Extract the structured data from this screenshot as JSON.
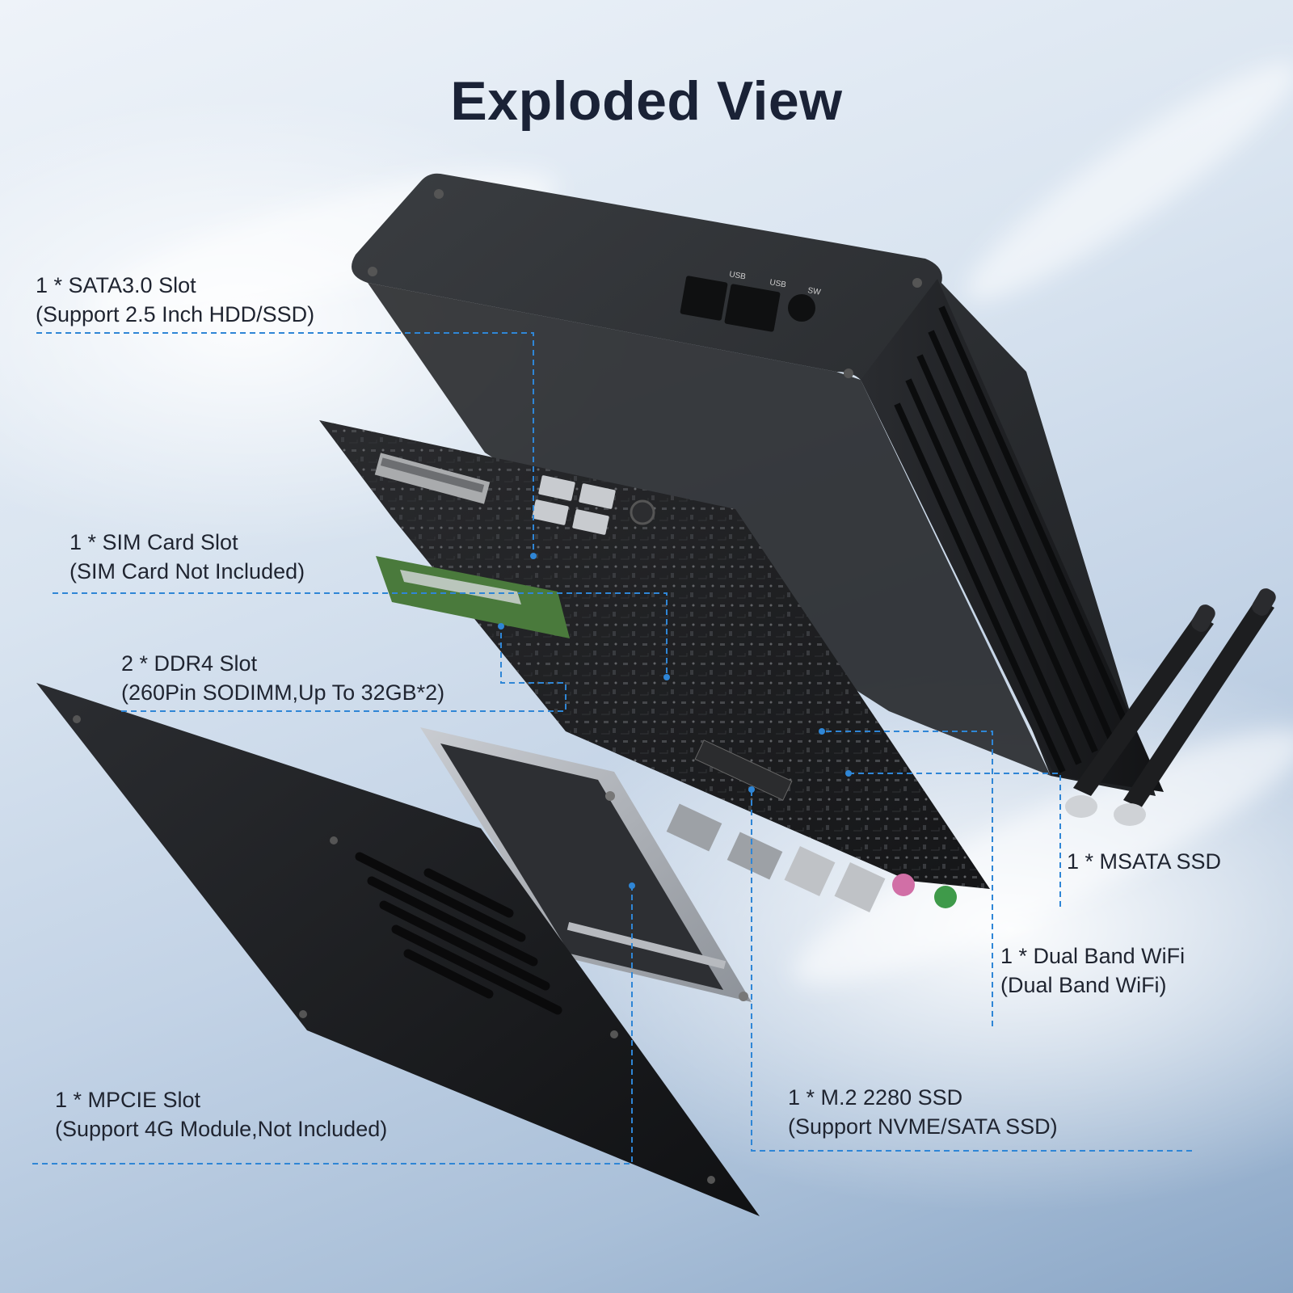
{
  "title": "Exploded View",
  "port_labels": {
    "usb_1": "USB",
    "usb_2": "USB",
    "switch": "SW"
  },
  "callouts": [
    {
      "id": "sata",
      "line1": "1 * SATA3.0 Slot",
      "line2": "(Support 2.5 Inch HDD/SSD)"
    },
    {
      "id": "sim",
      "line1": "1 * SIM Card Slot",
      "line2": "(SIM Card Not Included)"
    },
    {
      "id": "ddr4",
      "line1": "2 * DDR4 Slot",
      "line2": "(260Pin SODIMM,Up To 32GB*2)"
    },
    {
      "id": "mpcie",
      "line1": "1 * MPCIE Slot",
      "line2": "(Support 4G Module,Not Included)"
    },
    {
      "id": "msata",
      "line1": "1 * MSATA SSD",
      "line2": ""
    },
    {
      "id": "wifi",
      "line1": "1 * Dual Band WiFi",
      "line2": "(Dual Band WiFi)"
    },
    {
      "id": "m2",
      "line1": "1 * M.2 2280 SSD",
      "line2": "(Support NVME/SATA SSD)"
    }
  ],
  "colors": {
    "leader_line": "#2f86d6",
    "text": "#1f2430",
    "title": "#1a2236",
    "case": "#26282b",
    "pcb": "#1c1d1f"
  }
}
